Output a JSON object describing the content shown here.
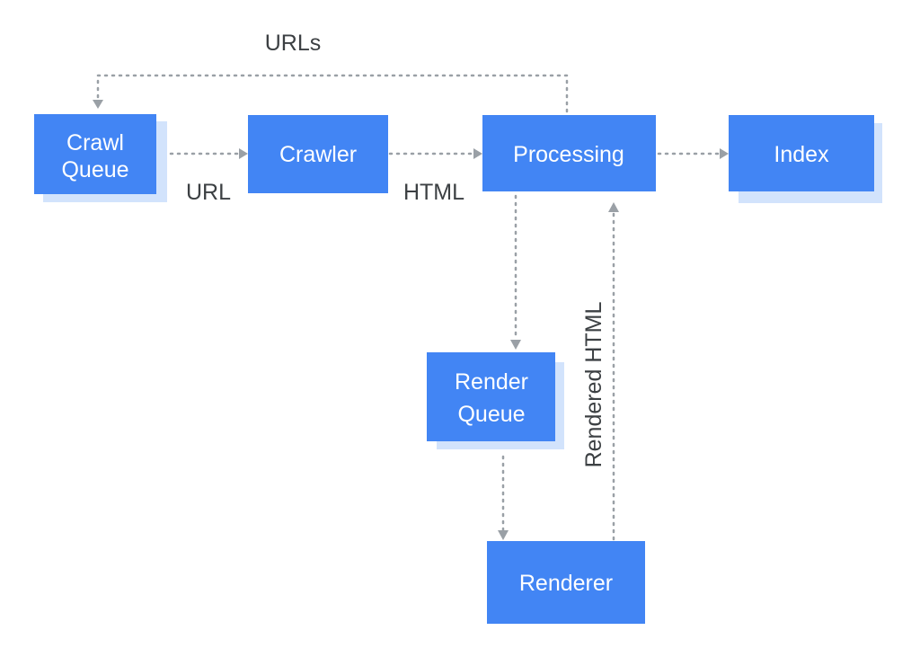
{
  "diagram": {
    "nodes": {
      "crawl_queue": {
        "line1": "Crawl",
        "line2": "Queue"
      },
      "crawler": {
        "label": "Crawler"
      },
      "processing": {
        "label": "Processing"
      },
      "index": {
        "label": "Index"
      },
      "render_queue": {
        "line1": "Render",
        "line2": "Queue"
      },
      "renderer": {
        "label": "Renderer"
      }
    },
    "edges": {
      "crawl_queue_to_crawler": {
        "label": "URL"
      },
      "crawler_to_processing": {
        "label": "HTML"
      },
      "processing_to_crawl_queue": {
        "label": "URLs"
      },
      "renderer_to_processing": {
        "label": "Rendered HTML"
      }
    }
  }
}
